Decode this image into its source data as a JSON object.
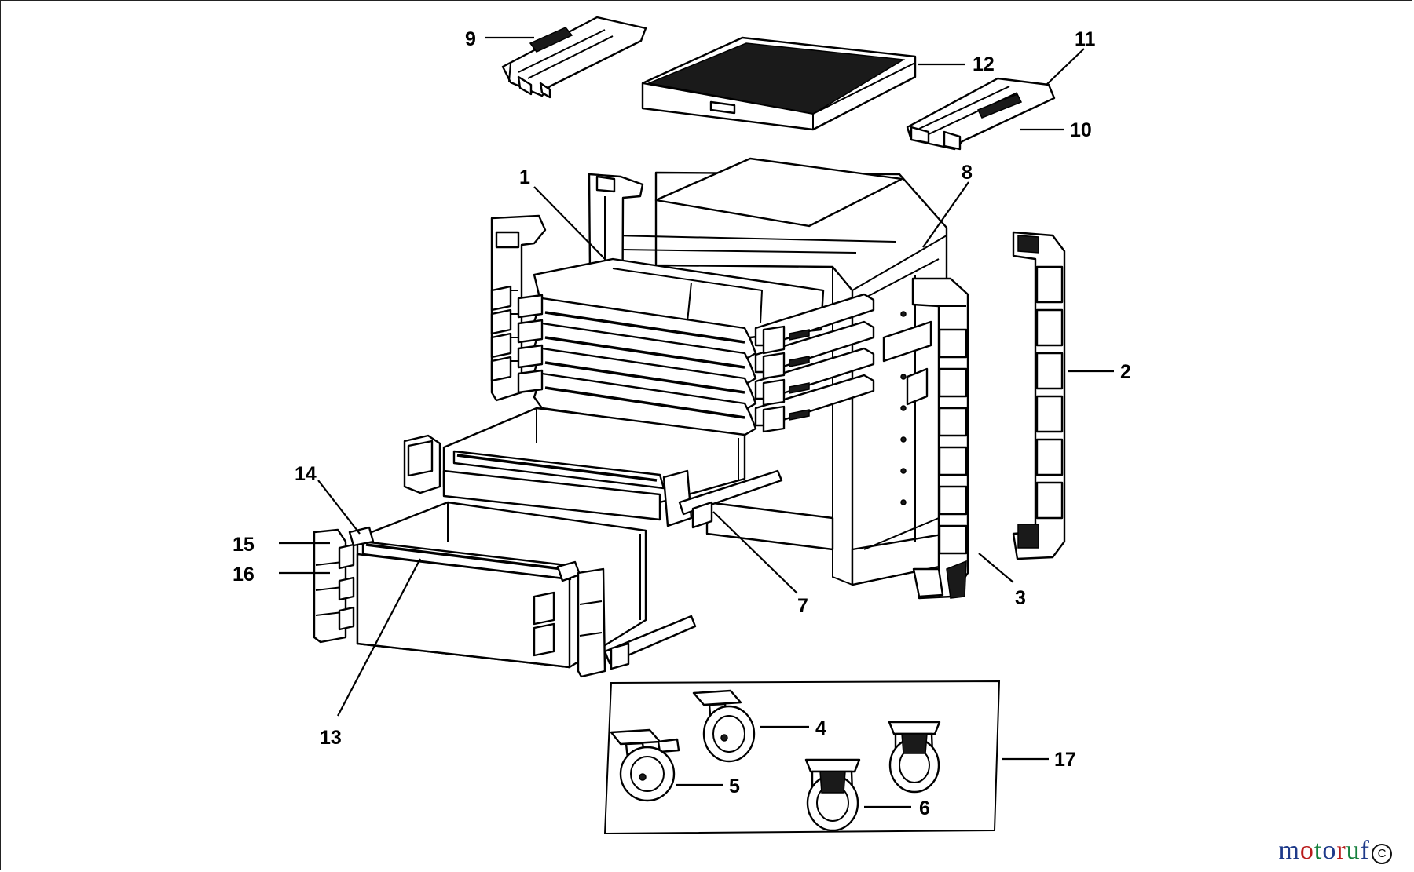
{
  "labels": {
    "p1": "1",
    "p2": "2",
    "p3": "3",
    "p4": "4",
    "p5": "5",
    "p6": "6",
    "p7": "7",
    "p8": "8",
    "p9": "9",
    "p10": "10",
    "p11": "11",
    "p12": "12",
    "p13": "13",
    "p14": "14",
    "p15": "15",
    "p16": "16",
    "p17": "17"
  },
  "watermark": {
    "letters": [
      "m",
      "o",
      "t",
      "o",
      "r",
      "u",
      "f"
    ],
    "colors": [
      "#1e3a8a",
      "#b91c1c",
      "#15803d",
      "#1e3a8a",
      "#b91c1c",
      "#15803d",
      "#1e3a8a"
    ],
    "copyright": "C"
  }
}
